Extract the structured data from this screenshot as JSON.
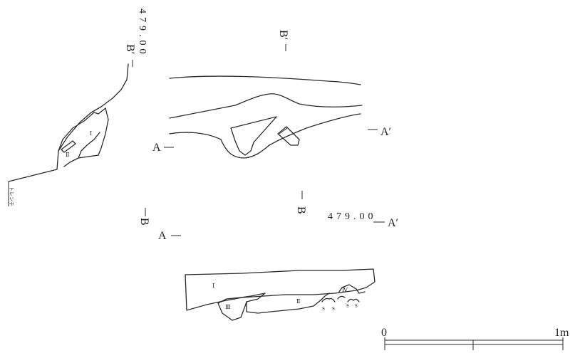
{
  "section_left": {
    "elevation": "479.00",
    "marker": "B′",
    "layer_1": "Ⅰ",
    "layer_2": "Ⅱ",
    "trench": "トレンチ"
  },
  "plan": {
    "top_marker": "B′",
    "left_marker": "A",
    "right_marker": "A′",
    "bottom_marker_left": "B",
    "bottom_marker_mid": "B"
  },
  "section_lower": {
    "elevation": "479.00",
    "left_marker": "A",
    "right_marker": "A′",
    "layer_1": "Ⅰ",
    "layer_2": "Ⅱ",
    "layer_3": "Ⅲ",
    "layer_4": "Ⅳ",
    "stone_marks": [
      "S",
      "S",
      "S",
      "S"
    ]
  },
  "scale_bar": {
    "start_label": "0",
    "end_label": "1m"
  }
}
